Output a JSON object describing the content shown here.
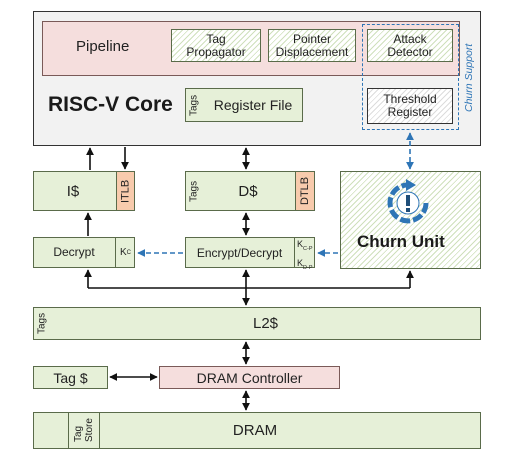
{
  "core": {
    "title": "RISC-V Core",
    "pipeline": "Pipeline",
    "tag_propagator": "Tag\nPropagator",
    "pointer_displacement": "Pointer\nDisplacement",
    "attack_detector": "Attack\nDetector",
    "threshold_register": "Threshold\nRegister",
    "tags": "Tags",
    "register_file": "Register File",
    "churn_support": "Churn Support"
  },
  "caches": {
    "icache": "I$",
    "itlb": "ITLB",
    "dtags": "Tags",
    "dcache": "D$",
    "dtlb": "DTLB"
  },
  "churn_unit": "Churn Unit",
  "crypto": {
    "decrypt": "Decrypt",
    "kc": "K",
    "kc_sub": "C",
    "encrypt_decrypt": "Encrypt/Decrypt",
    "kcp": "K",
    "kcp_sub": "C-P",
    "kdp": "K",
    "kdp_sub": "D-P"
  },
  "l2": {
    "tags": "Tags",
    "label": "L2$"
  },
  "tag_cache": "Tag $",
  "dram_controller": "DRAM Controller",
  "dram": {
    "tag_store": "Tag\nStore",
    "label": "DRAM"
  },
  "colors": {
    "green": "#e6f0d8",
    "pink": "#f5dedd",
    "orange": "#f8cbad",
    "blue": "#2e75b6"
  }
}
